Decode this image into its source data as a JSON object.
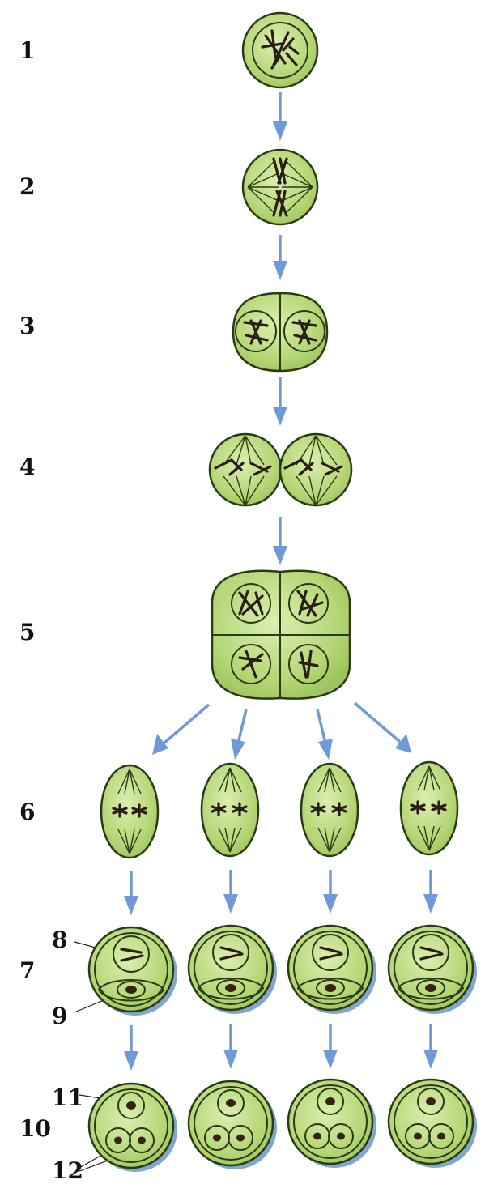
{
  "stage_labels": [
    "1",
    "2",
    "3",
    "4",
    "5",
    "6",
    "7",
    "10"
  ],
  "part_labels": [
    "8",
    "9",
    "11",
    "12"
  ],
  "colors": {
    "cell_fill": "#b9d97a",
    "cell_outline": "#2b3a14",
    "chromosome": "#2a1d16",
    "arrow": "#6f9ad8"
  }
}
